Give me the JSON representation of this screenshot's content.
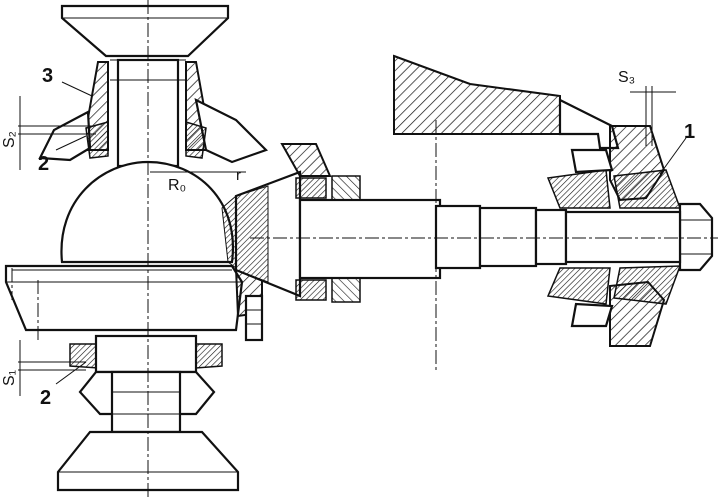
{
  "figure": {
    "callouts": {
      "label_1": "1",
      "label_2_upper": "2",
      "label_2_lower": "2",
      "label_3": "3"
    },
    "dimensions": {
      "s1": "S₁",
      "s2": "S₂",
      "s3": "S₃",
      "r0": "R₀",
      "r": "r"
    }
  }
}
